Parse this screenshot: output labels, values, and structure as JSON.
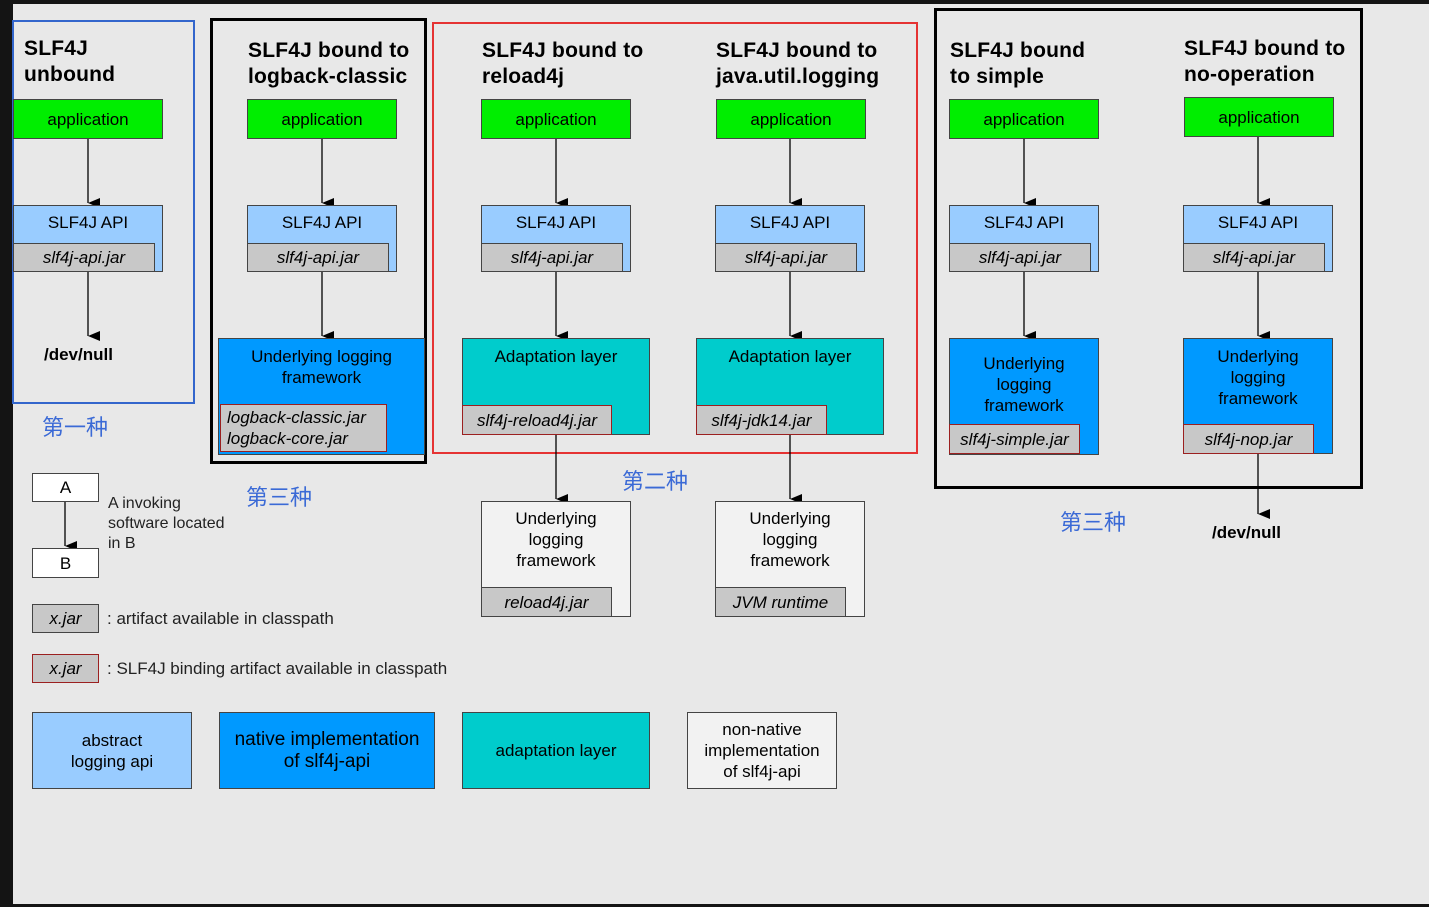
{
  "titles": {
    "unbound": "SLF4J\nunbound",
    "logback": "SLF4J bound to\nlogback-classic",
    "reload4j": "SLF4J bound to\nreload4j",
    "jul": "SLF4J bound to\njava.util.logging",
    "simple": "SLF4J bound\nto simple",
    "nop": "SLF4J bound to\nno-operation"
  },
  "labels": {
    "application": "application",
    "slf4j_api": "SLF4J API",
    "slf4j_api_jar": "slf4j-api.jar",
    "underlying": "Underlying logging\nframework",
    "underlying_wrap": "Underlying\nlogging\nframework",
    "adaptation": "Adaptation layer",
    "dev_null": "/dev/null"
  },
  "jars": {
    "logback": "logback-classic.jar\nlogback-core.jar",
    "reload4j_adapter": "slf4j-reload4j.jar",
    "jdk14_adapter": "slf4j-jdk14.jar",
    "simple": "slf4j-simple.jar",
    "nop": "slf4j-nop.jar",
    "reload4j": "reload4j.jar",
    "jvm": "JVM runtime"
  },
  "annotations": {
    "first": "第一种",
    "second": "第二种",
    "third_a": "第三种",
    "third_b": "第三种"
  },
  "legend": {
    "a": "A",
    "b": "B",
    "invoking": "A invoking\nsoftware located\nin B",
    "xjar": "x.jar",
    "artifact": ": artifact available in classpath",
    "binding": ": SLF4J binding artifact available in classpath",
    "abstract": "abstract\nlogging api",
    "native": "native implementation\nof slf4j-api",
    "adaptation": "adaptation layer",
    "non_native": "non-native\nimplementation\nof slf4j-api"
  },
  "colors": {
    "application": "#00ee00",
    "api": "#99ccff",
    "native": "#0099ff",
    "adaptation": "#00cccc",
    "jar": "#c8c8c8",
    "frame_blue": "#3366cc",
    "frame_red": "#e53333",
    "frame_black": "#000000",
    "annotation": "#3b6ad6"
  }
}
